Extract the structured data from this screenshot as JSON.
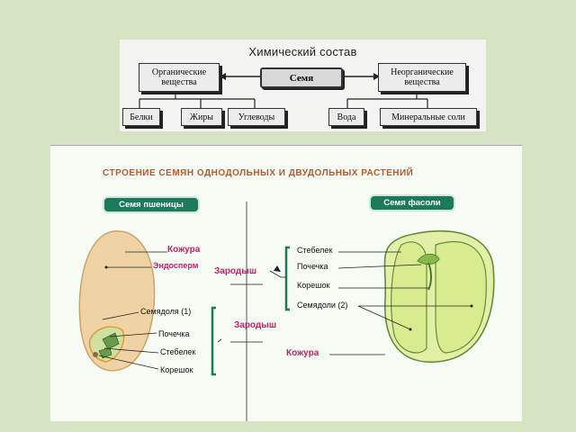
{
  "composition": {
    "title": "Химический состав",
    "center": "Семя",
    "organic": "Органические вещества",
    "inorganic": "Неорганические вещества",
    "organic_items": [
      "Белки",
      "Жиры",
      "Углеводы"
    ],
    "inorganic_items": [
      "Вода",
      "Минеральные соли"
    ]
  },
  "structure": {
    "title": "СТРОЕНИЕ СЕМЯН ОДНОДОЛЬНЫХ И ДВУДОЛЬНЫХ РАСТЕНИЙ",
    "wheat_pill": "Семя пшеницы",
    "bean_pill": "Семя фасоли",
    "wheat_labels": {
      "kozhura": "Кожура",
      "endosperm": "Эндосперм",
      "semyadolya": "Семядоля (1)",
      "pochechka": "Почечка",
      "stebelek": "Стебелек",
      "koreshok": "Корешок"
    },
    "center_labels": {
      "zarodysh_top": "Зародыш",
      "zarodysh_bottom": "Зародыш",
      "kozhura": "Кожура"
    },
    "bean_labels": {
      "stebelek": "Стебелек",
      "pochechka": "Почечка",
      "koreshok": "Корешок",
      "semyadoli": "Семядоли (2)"
    }
  }
}
